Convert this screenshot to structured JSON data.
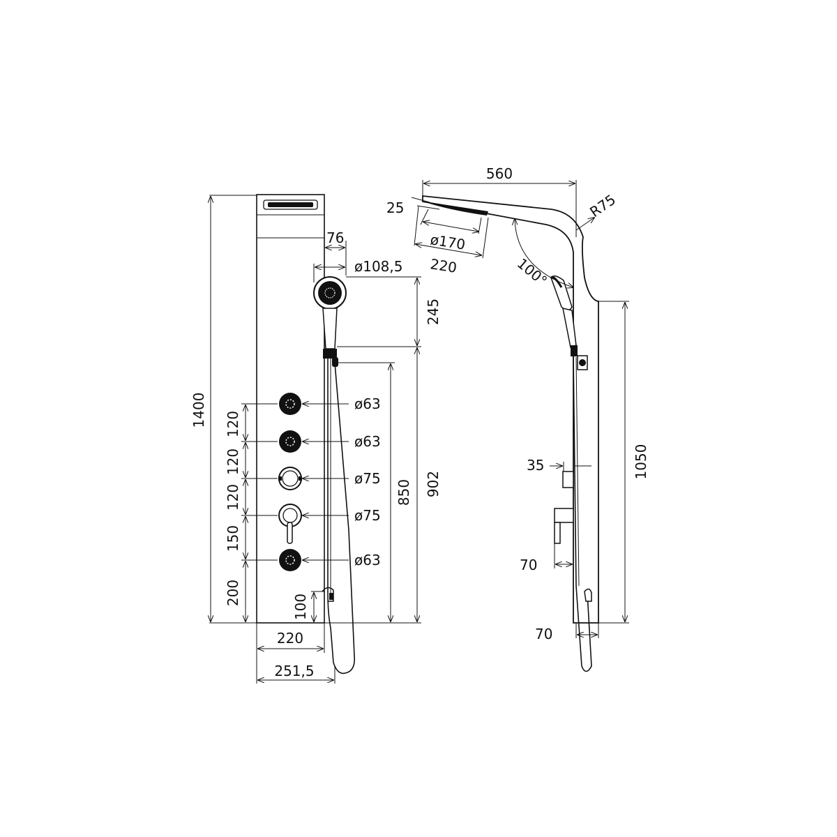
{
  "front_view": {
    "overall_height": "1400",
    "panel_width": "220",
    "total_width": "251,5",
    "handshower_offset": "76",
    "handshower_diameter": "ø108,5",
    "handshower_height": "245",
    "hose_length": "850",
    "holder_height": "902",
    "outlet_spacing": [
      "120",
      "120",
      "120",
      "150",
      "200"
    ],
    "bottom_outlet_height": "100",
    "outlet_diameters": [
      "ø63",
      "ø63",
      "ø75",
      "ø75",
      "ø63"
    ]
  },
  "side_view": {
    "arm_length": "560",
    "head_thickness": "25",
    "head_diameter": "ø170",
    "head_length": "220",
    "bend_radius": "R75",
    "arm_angle": "100°",
    "valve_depth": "35",
    "mixer_depth": "70",
    "bottom_depth": "70",
    "wall_height": "1050"
  }
}
